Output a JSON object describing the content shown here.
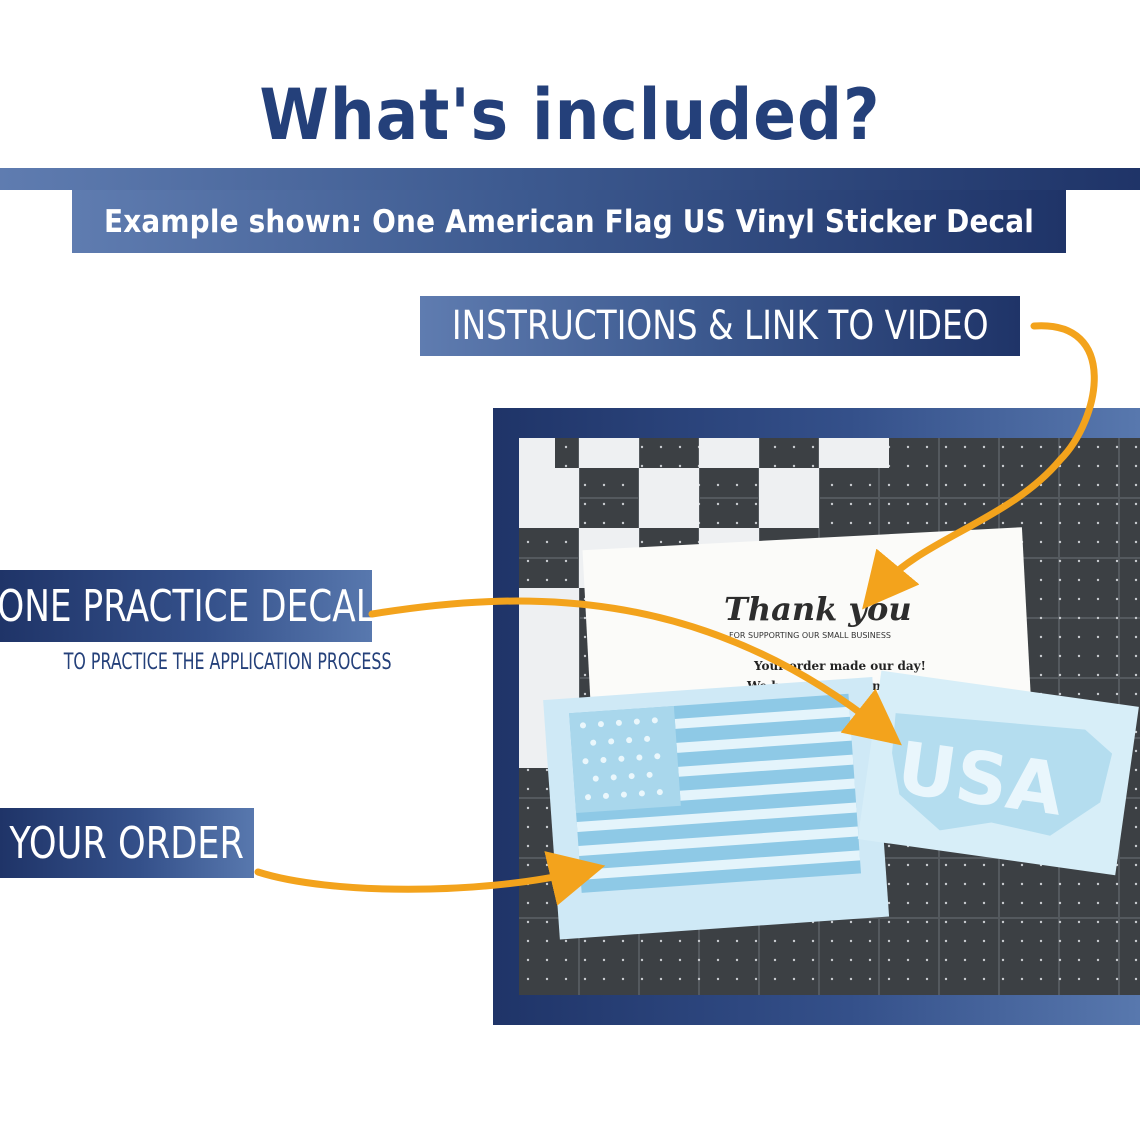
{
  "title": "What's included?",
  "subtitle": "Example shown: One American Flag US Vinyl Sticker Decal",
  "labels": {
    "instructions": "INSTRUCTIONS & LINK TO VIDEO",
    "practice": "ONE PRACTICE DECAL",
    "practice_sub": "TO PRACTICE THE APPLICATION PROCESS",
    "order": "YOUR ORDER"
  },
  "photo": {
    "card_script": "Thank you",
    "card_tagline": "FOR SUPPORTING OUR SMALL BUSINESS",
    "card_line1": "Your order made our day!",
    "card_line2": "We hope it brightens yours!",
    "decal_text": "USA"
  },
  "colors": {
    "navy": "#24407a",
    "band_light": "#5f7cb0",
    "band_dark": "#1f3468",
    "arrow": "#f3a31c",
    "decal": "#bfe3f4"
  }
}
